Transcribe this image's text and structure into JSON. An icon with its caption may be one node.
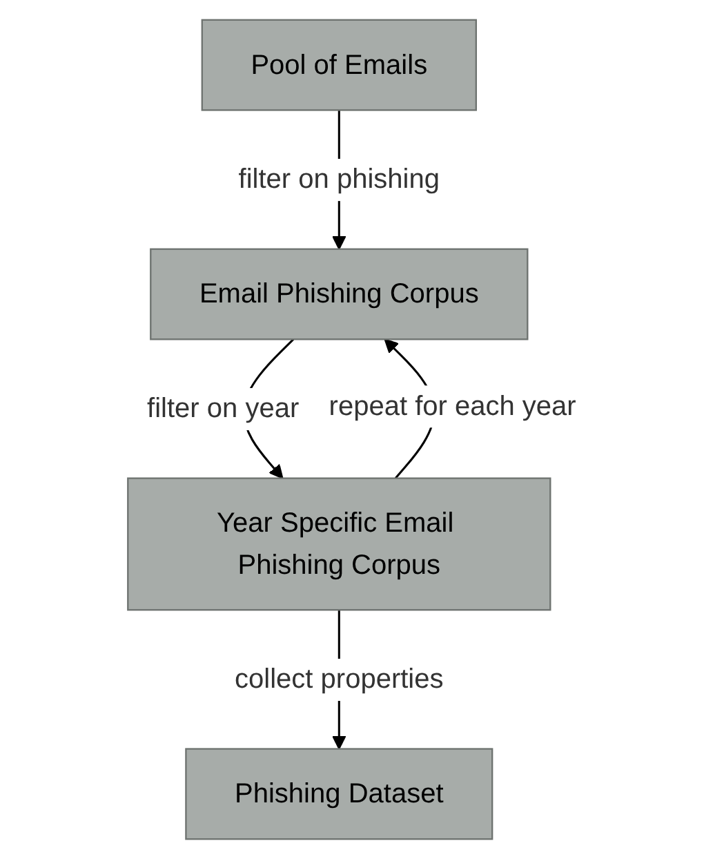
{
  "diagram": {
    "nodes": [
      {
        "text": [
          "Pool of Emails"
        ]
      },
      {
        "text": [
          "Email Phishing Corpus"
        ]
      },
      {
        "text": [
          "Year Specific Email Phishing Corpus"
        ]
      },
      {
        "text": [
          "Phishing Dataset"
        ]
      }
    ],
    "edges": [
      {
        "from": 0,
        "to": 1,
        "arrow": "to",
        "label": "filter on phishing"
      },
      {
        "from": 1,
        "to": 2,
        "arrow": "to",
        "label": "filter on year"
      },
      {
        "from": 2,
        "to": 3,
        "arrow": "to",
        "label": "collect properties"
      },
      {
        "from": 2,
        "to": 1,
        "arrow": "to",
        "label": "repeat for each year"
      }
    ]
  }
}
